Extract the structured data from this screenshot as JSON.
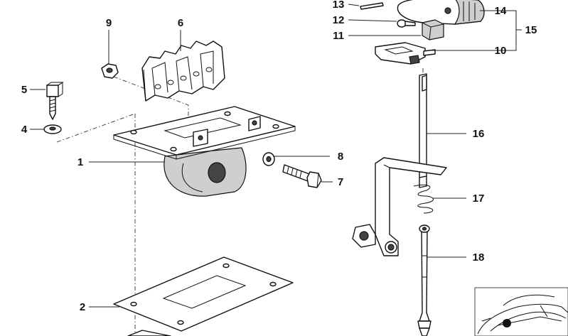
{
  "diagram": {
    "labels": {
      "l1": "1",
      "l2": "2",
      "l4": "4",
      "l5": "5",
      "l6": "6",
      "l7": "7",
      "l8": "8",
      "l9": "9",
      "l10": "10",
      "l11": "11",
      "l12": "12",
      "l13": "13",
      "l14": "14",
      "l15": "15",
      "l16": "16",
      "l17": "17",
      "l18": "18"
    }
  }
}
